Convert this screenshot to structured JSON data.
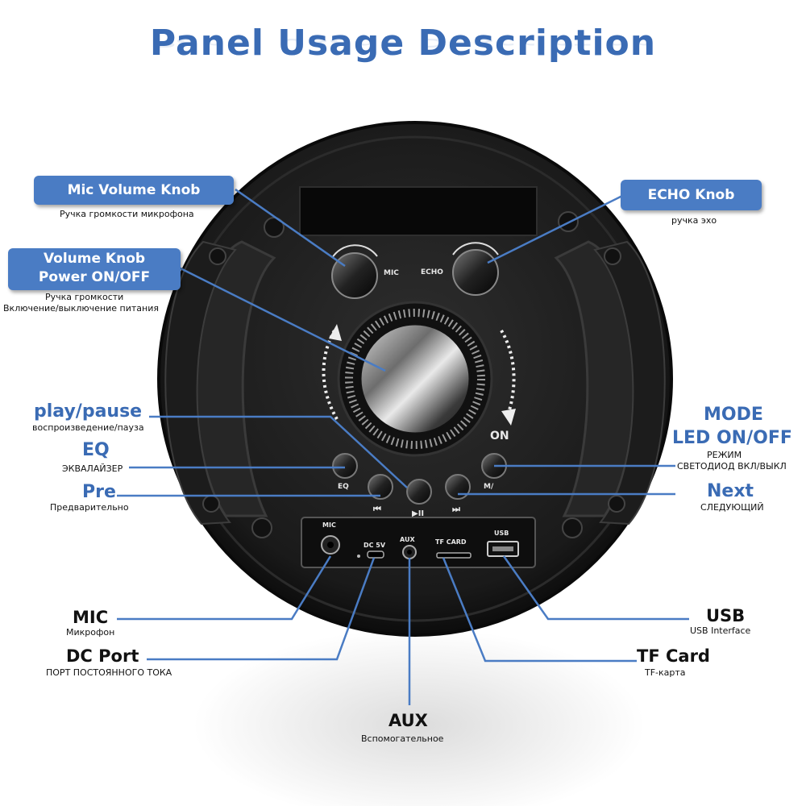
{
  "title": "Panel Usage Description",
  "colors": {
    "accent": "#4a7cc4",
    "heading_blue": "#3a6bb4",
    "device": "#1e1e1e"
  },
  "labels": {
    "mic_volume_knob": {
      "title": "Mic Volume Knob",
      "sub": "Ручка громкости микрофона"
    },
    "echo_knob": {
      "title": "ECHO Knob",
      "sub": "ручка эхо"
    },
    "volume_knob": {
      "title_line1": "Volume Knob",
      "title_line2": "Power ON/OFF",
      "sub_line1": "Ручка громкости",
      "sub_line2": "Включение/выключение питания"
    },
    "play_pause": {
      "title": "play/pause",
      "sub": "воспроизведение/пауза"
    },
    "eq": {
      "title": "EQ",
      "sub": "ЭКВАЛАЙЗЕР"
    },
    "pre": {
      "title": "Pre",
      "sub": "Предварительно"
    },
    "mode": {
      "title_line1": "MODE",
      "title_line2": "LED ON/OFF",
      "sub_line1": "РЕЖИМ",
      "sub_line2": "СВЕТОДИОД ВКЛ/ВЫКЛ"
    },
    "next": {
      "title": "Next",
      "sub": "СЛЕДУЮЩИЙ"
    },
    "mic": {
      "title": "MIC",
      "sub": "Микрофон"
    },
    "dc_port": {
      "title": "DC Port",
      "sub": "ПОРТ ПОСТОЯННОГО ТОКА"
    },
    "aux": {
      "title": "AUX",
      "sub": "Вспомогательное"
    },
    "usb": {
      "title": "USB",
      "sub": "USB Interface"
    },
    "tf_card": {
      "title": "TF Card",
      "sub": "TF-карта"
    }
  },
  "panel": {
    "knob_mic": "MIC",
    "knob_echo": "ECHO",
    "on": "ON",
    "eq": "EQ",
    "mode": "M/",
    "prev_icon": "⏮",
    "play_icon": "▶II",
    "next_icon": "⏭",
    "port_mic": "MIC",
    "port_dc": "DC 5V",
    "port_aux": "AUX",
    "port_tf": "TF CARD",
    "port_usb": "USB"
  }
}
